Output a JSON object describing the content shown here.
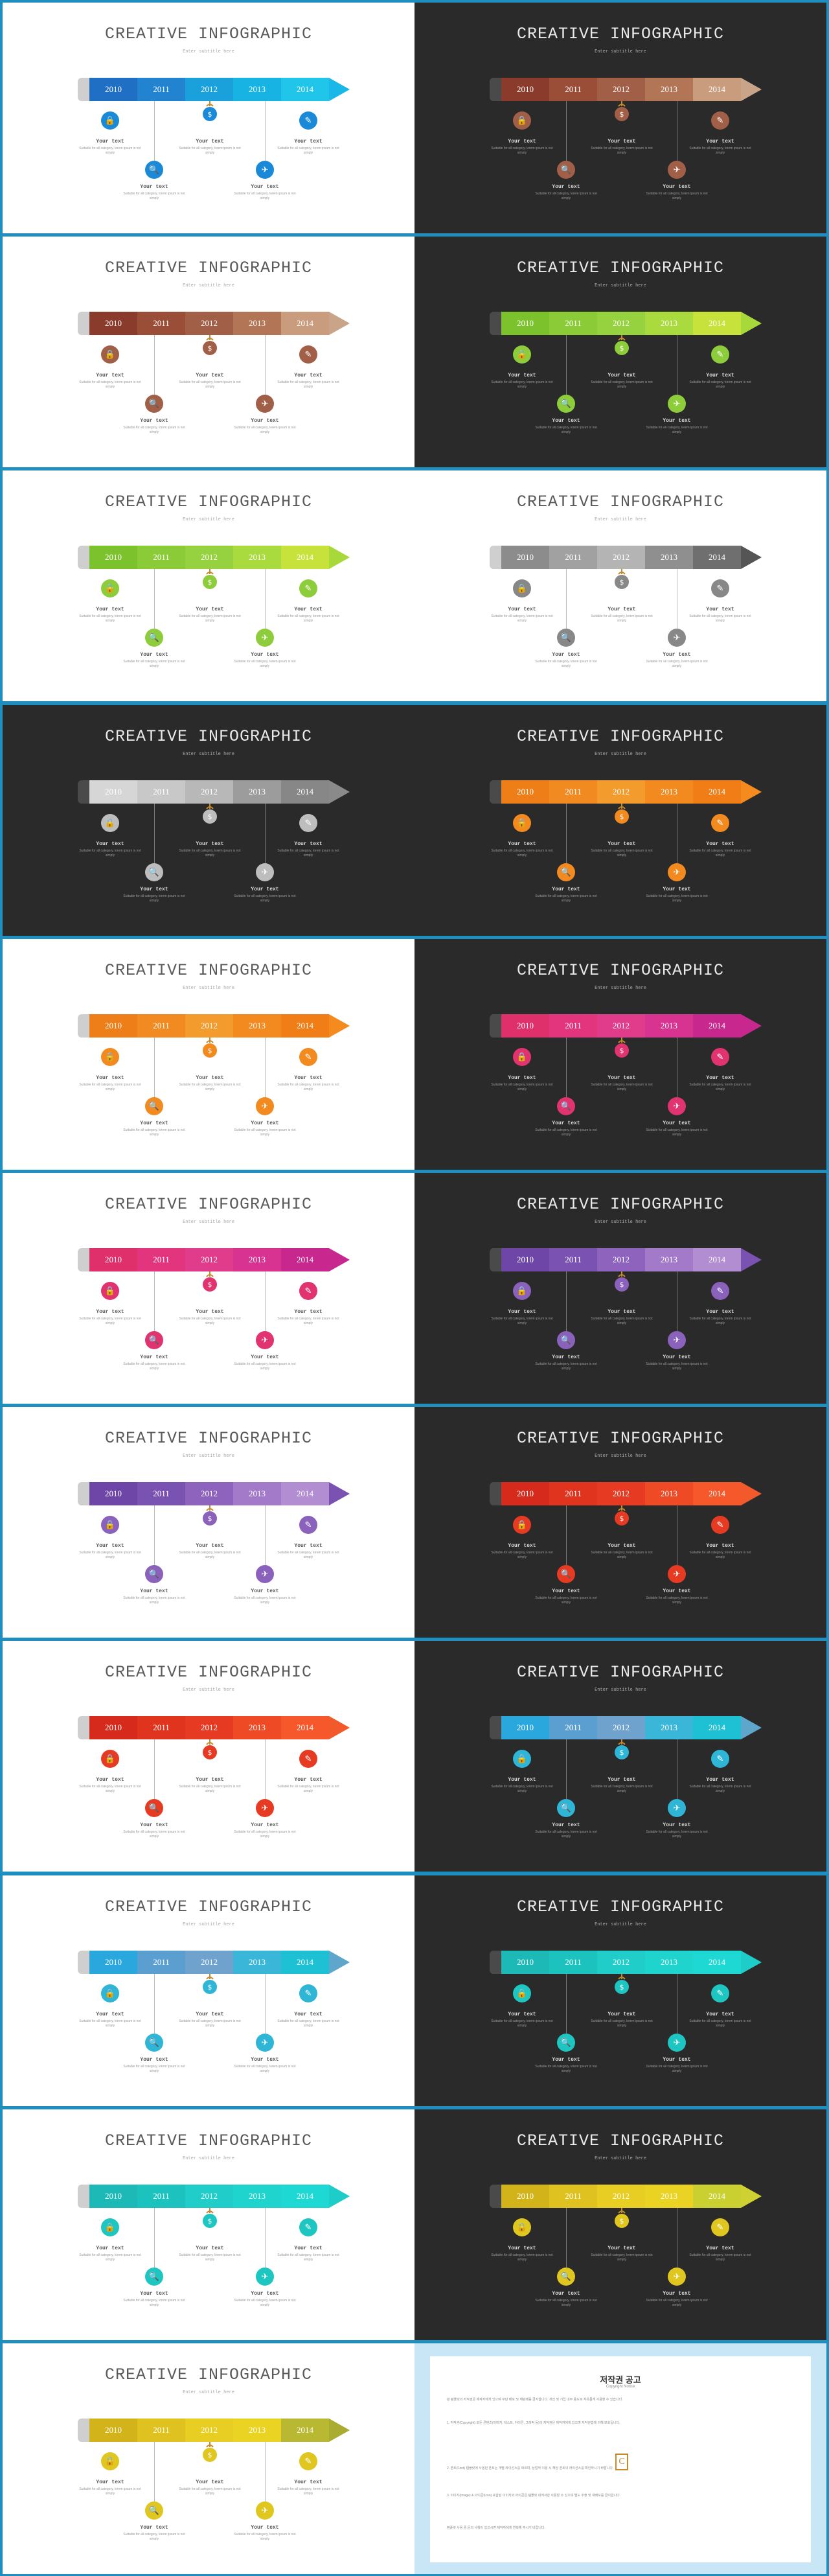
{
  "title": "CREATIVE INFOGRAPHIC",
  "subtitle": "Enter subtitle here",
  "years": [
    "2010",
    "2011",
    "2012",
    "2013",
    "2014"
  ],
  "item_title": "Your text",
  "item_text": "Suitable for all category, lorem ipsum is not simply",
  "icons": [
    "lock-icon",
    "search-icon",
    "coin-icon",
    "paper-plane-icon",
    "pencil-icon"
  ],
  "icon_glyphs": [
    "🔒",
    "🔍",
    "$",
    "✈",
    "✎"
  ],
  "slides": [
    {
      "theme": "light",
      "colors": [
        "#1f6fc4",
        "#2283d0",
        "#1aa1dc",
        "#17b3e3",
        "#22c5ea"
      ],
      "tip": "#19b8e8",
      "icon": "#1a8ad8"
    },
    {
      "theme": "dark",
      "colors": [
        "#8a3b2b",
        "#9a4e38",
        "#a15f47",
        "#b27656",
        "#c89c7d"
      ],
      "tip": "#c9a489",
      "icon": "#a15f47"
    },
    {
      "theme": "light",
      "colors": [
        "#8a3b2b",
        "#9a4e38",
        "#a15f47",
        "#b27656",
        "#c89c7d"
      ],
      "tip": "#c9a489",
      "icon": "#a15f47"
    },
    {
      "theme": "dark",
      "colors": [
        "#7cc22c",
        "#8acb37",
        "#96d13f",
        "#a9da3e",
        "#c7e33b"
      ],
      "tip": "#a8d93b",
      "icon": "#8dcc3a"
    },
    {
      "theme": "light",
      "colors": [
        "#7cc22c",
        "#8acb37",
        "#96d13f",
        "#a9da3e",
        "#c7e33b"
      ],
      "tip": "#a8d93b",
      "icon": "#8dcc3a"
    },
    {
      "theme": "light",
      "colors": [
        "#8c8c8c",
        "#a1a1a1",
        "#b4b4b4",
        "#8f8f8f",
        "#6f6f6f"
      ],
      "tip": "#555555",
      "icon": "#888888"
    },
    {
      "theme": "dark",
      "colors": [
        "#d6d6d6",
        "#c8c8c8",
        "#b8b8b8",
        "#9c9c9c",
        "#878787"
      ],
      "tip": "#8a8a8a",
      "icon": "#bdbdbd"
    },
    {
      "theme": "dark",
      "colors": [
        "#ee7e18",
        "#f18a21",
        "#f39b2d",
        "#f28a1f",
        "#f07d16"
      ],
      "tip": "#f58a1f",
      "icon": "#f28a1f"
    },
    {
      "theme": "light",
      "colors": [
        "#ee7e18",
        "#f18a21",
        "#f39b2d",
        "#f28a1f",
        "#f07d16"
      ],
      "tip": "#f58a1f",
      "icon": "#f28a1f"
    },
    {
      "theme": "dark",
      "colors": [
        "#e0306c",
        "#e3357e",
        "#e13c8c",
        "#d83390",
        "#c8288e"
      ],
      "tip": "#c8288e",
      "icon": "#e0336f"
    },
    {
      "theme": "light",
      "colors": [
        "#e0306c",
        "#e3357e",
        "#e13c8c",
        "#d83390",
        "#c8288e"
      ],
      "tip": "#c8288e",
      "icon": "#e0336f"
    },
    {
      "theme": "dark",
      "colors": [
        "#6d46a8",
        "#7a52b1",
        "#8d63bd",
        "#a27ac9",
        "#b28dd2"
      ],
      "tip": "#7a52b1",
      "icon": "#8a62bc"
    },
    {
      "theme": "light",
      "colors": [
        "#6d46a8",
        "#7a52b1",
        "#8d63bd",
        "#a27ac9",
        "#b28dd2"
      ],
      "tip": "#7a52b1",
      "icon": "#8a62bc"
    },
    {
      "theme": "dark",
      "colors": [
        "#d62a1c",
        "#e0341f",
        "#e63b22",
        "#ef4a26",
        "#f6582c"
      ],
      "tip": "#f25a2c",
      "icon": "#e63b22"
    },
    {
      "theme": "light",
      "colors": [
        "#d62a1c",
        "#e0341f",
        "#e63b22",
        "#ef4a26",
        "#f6582c"
      ],
      "tip": "#f25a2c",
      "icon": "#e63b22"
    },
    {
      "theme": "dark",
      "colors": [
        "#2aa8de",
        "#5b9fd0",
        "#6fa3cd",
        "#3ab7d8",
        "#1ec1d3"
      ],
      "tip": "#5ea6cc",
      "icon": "#2fb6d7"
    },
    {
      "theme": "light",
      "colors": [
        "#2aa8de",
        "#5b9fd0",
        "#6fa3cd",
        "#3ab7d8",
        "#1ec1d3"
      ],
      "tip": "#5ea6cc",
      "icon": "#2fb6d7"
    },
    {
      "theme": "dark",
      "colors": [
        "#1db9b6",
        "#1cc2bd",
        "#20cdc8",
        "#1fd4cd",
        "#1ed9d3"
      ],
      "tip": "#1ecdc8",
      "icon": "#1ec6c1"
    },
    {
      "theme": "light",
      "colors": [
        "#1db9b6",
        "#1cc2bd",
        "#20cdc8",
        "#1fd4cd",
        "#1ed9d3"
      ],
      "tip": "#1ecdc8",
      "icon": "#1ec6c1"
    },
    {
      "theme": "dark",
      "colors": [
        "#d2b41a",
        "#dfc21f",
        "#e8cd23",
        "#ead323",
        "#c9d02f"
      ],
      "tip": "#cfd032",
      "icon": "#e0c720"
    },
    {
      "theme": "light",
      "colors": [
        "#d2b41a",
        "#dfc21f",
        "#e8cd23",
        "#ead323",
        "#b9b832"
      ],
      "tip": "#a9ac30",
      "icon": "#e0c720"
    }
  ],
  "copyright": {
    "title": "저작권 공고",
    "subtitle": "Copyright Notice",
    "paragraphs": [
      "본 템플릿의 저작권은 제작자에게 있으며 무단 배포 및 재판매를 금지합니다. 개인 및 기업 내부 용도로 자유롭게 사용할 수 있습니다.",
      "1. 저작권(Copyright) 모든 콘텐츠(이미지, 텍스트, 아이콘, 그래픽 등)의 저작권은 제작자에게 있으며 저작권법에 의해 보호됩니다.",
      "2. 폰트(Font) 템플릿에 사용된 폰트는 개별 라이선스를 따르며, 상업적 이용 시 해당 폰트의 라이선스를 확인하시기 바랍니다.",
      "3. 이미지(Image) & 아이콘(Icon) 포함된 이미지와 아이콘은 템플릿 내에서만 사용할 수 있으며 별도 추출 및 재배포를 금지합니다.",
      "템플릿 사용 중 문의 사항이 있으시면 제작자에게 연락해 주시기 바랍니다."
    ]
  }
}
